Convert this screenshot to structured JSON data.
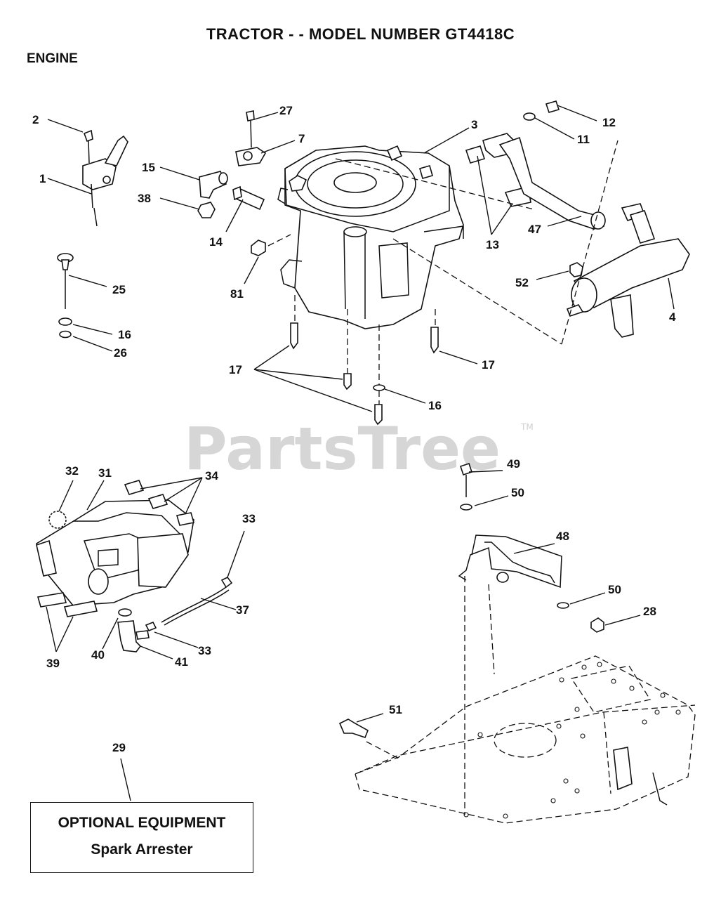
{
  "header": {
    "title": "TRACTOR - - MODEL NUMBER GT4418C",
    "section": "ENGINE"
  },
  "watermark": {
    "text": "PartsTree",
    "tm": "TM"
  },
  "callouts": {
    "c1": "1",
    "c2": "2",
    "c3": "3",
    "c4": "4",
    "c7": "7",
    "c11": "11",
    "c12": "12",
    "c13": "13",
    "c14": "14",
    "c15": "15",
    "c16a": "16",
    "c16b": "16",
    "c17a": "17",
    "c17b": "17",
    "c25": "25",
    "c26": "26",
    "c27": "27",
    "c28": "28",
    "c29": "29",
    "c31": "31",
    "c32": "32",
    "c33a": "33",
    "c33b": "33",
    "c34": "34",
    "c37": "37",
    "c38": "38",
    "c39": "39",
    "c40": "40",
    "c41": "41",
    "c47": "47",
    "c48": "48",
    "c49": "49",
    "c50a": "50",
    "c50b": "50",
    "c51": "51",
    "c52": "52",
    "c81": "81"
  },
  "optional_box": {
    "heading": "OPTIONAL EQUIPMENT",
    "item": "Spark Arrester"
  }
}
